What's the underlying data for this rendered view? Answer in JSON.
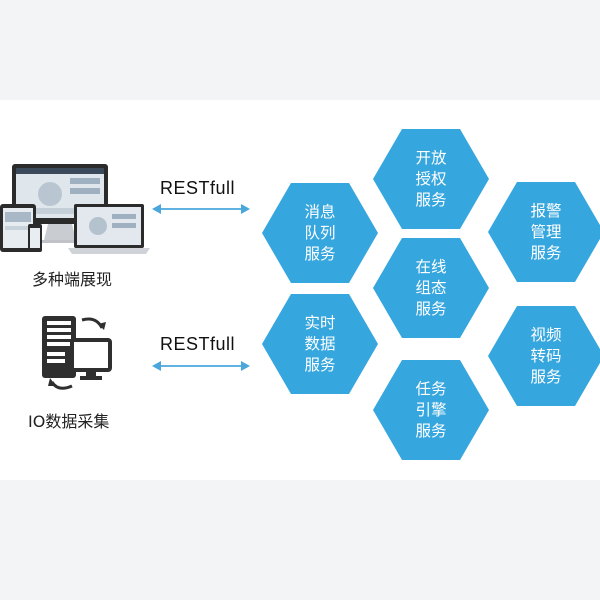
{
  "colors": {
    "hex_fill": "#36a6de",
    "arrow": "#4aa7db",
    "band": "#ffffff",
    "outer": "#f3f4f6"
  },
  "left": {
    "devices_label": "多种端展现",
    "io_label": "IO数据采集",
    "devices_icon": "multi-device-icon",
    "io_icon": "server-monitor-sync-icon"
  },
  "arrows": {
    "top_label": "RESTfull",
    "bottom_label": "RESTfull"
  },
  "services": [
    {
      "id": "auth",
      "label": "开放授权服务"
    },
    {
      "id": "mq",
      "label": "消息队列服务"
    },
    {
      "id": "alarm",
      "label": "报警管理服务"
    },
    {
      "id": "config",
      "label": "在线组态服务"
    },
    {
      "id": "realtime",
      "label": "实时数据服务"
    },
    {
      "id": "video",
      "label": "视频转码服务"
    },
    {
      "id": "task",
      "label": "任务引擎服务"
    }
  ]
}
